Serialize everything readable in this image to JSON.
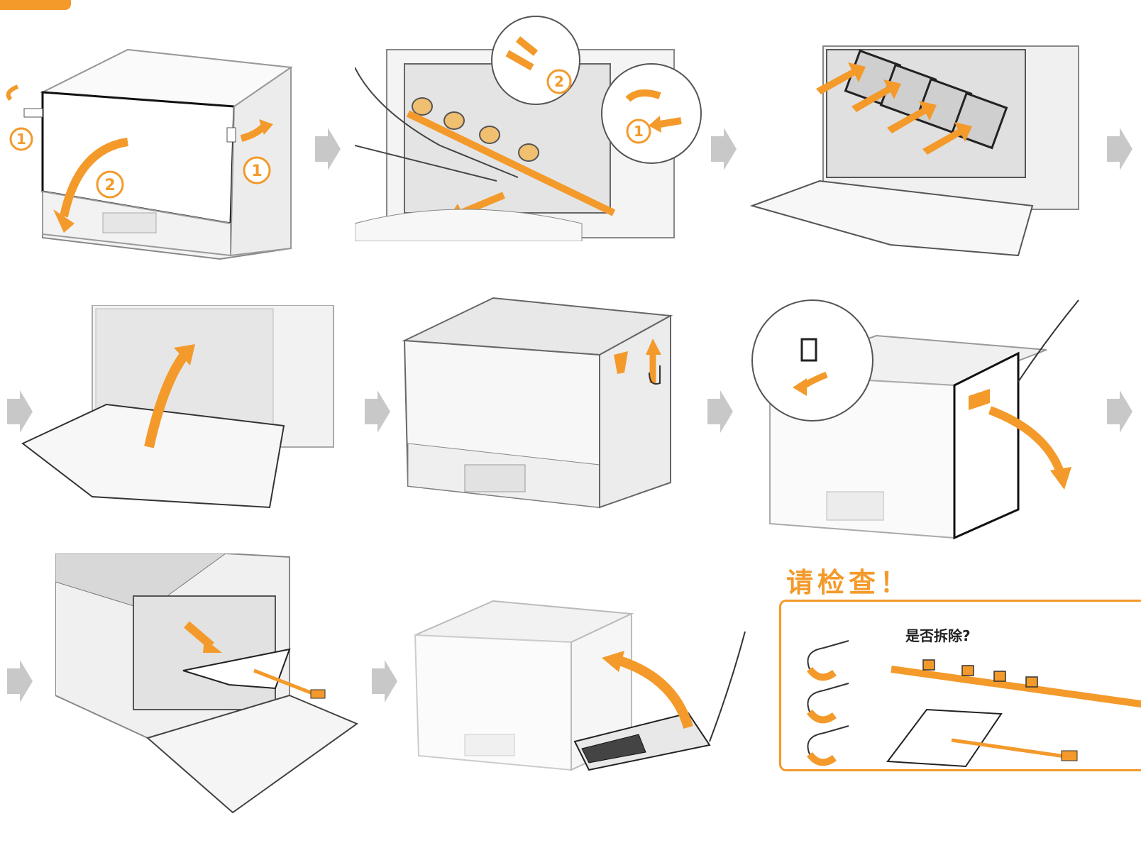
{
  "colors": {
    "accent": "#f39a2b",
    "line": "#6e6e6e",
    "arrow_gray": "#c8c8c8",
    "body_gray": "#f0f0f0"
  },
  "steps": [
    {
      "id": 1,
      "markers": [
        "1",
        "2",
        "1"
      ]
    },
    {
      "id": 2,
      "markers": [
        "2",
        "1"
      ]
    },
    {
      "id": 3,
      "markers": []
    },
    {
      "id": 4,
      "markers": []
    },
    {
      "id": 5,
      "markers": []
    },
    {
      "id": 6,
      "markers": []
    },
    {
      "id": 7,
      "markers": []
    },
    {
      "id": 8,
      "markers": []
    }
  ],
  "check": {
    "title": "请检查！",
    "question": "是否拆除?"
  },
  "icons": [
    "arrow-right-icon",
    "circled-number-icon",
    "tape-icon",
    "cartridge-strip-icon",
    "paper-sheet-icon"
  ]
}
